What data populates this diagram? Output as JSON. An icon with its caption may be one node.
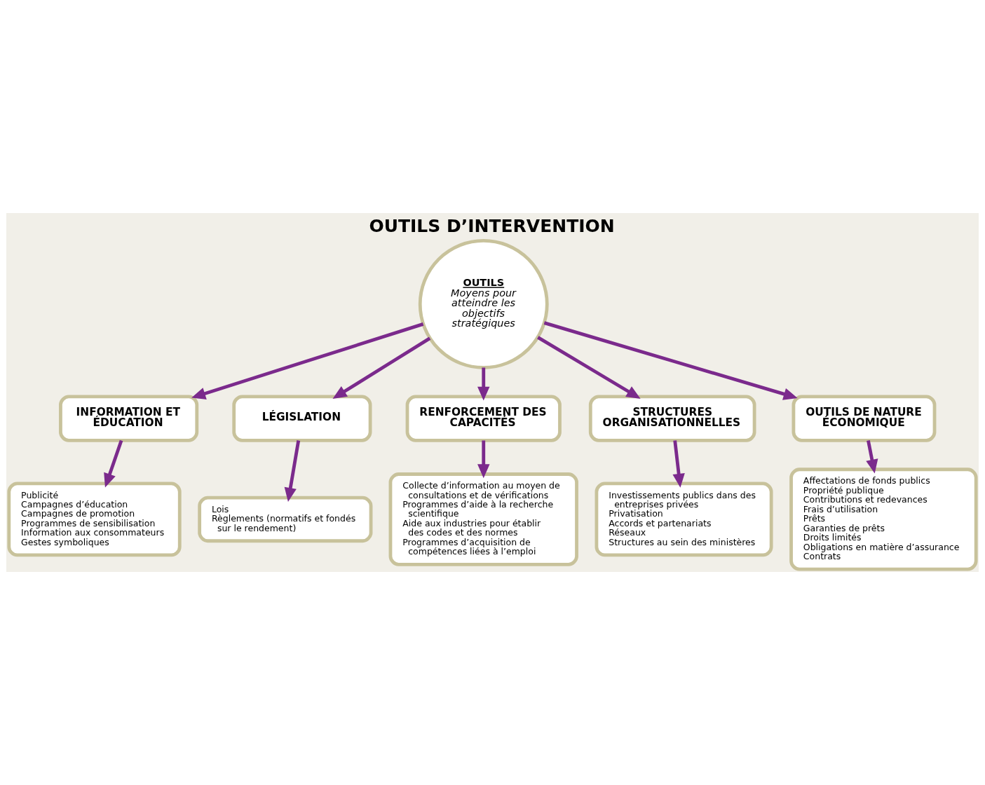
{
  "diagram": {
    "title": "OUTILS D’INTERVENTION",
    "nodes": [
      {
        "text": [
          "OUTILS",
          "Moyens pour atteindre les objectifs stratégiques"
        ]
      },
      {
        "text": [
          "INFORMATION ET ÉDUCATION"
        ]
      },
      {
        "text": [
          "Publicité",
          "Campagnes d’éducation",
          "Campagnes de promotion",
          "Programmes de sensibilisation",
          "Information aux consommateurs",
          "Gestes symboliques"
        ]
      },
      {
        "text": [
          "LÉGISLATION"
        ]
      },
      {
        "text": [
          "Lois",
          "Règlements (normatifs et fondés sur le rendement)"
        ]
      },
      {
        "text": [
          "RENFORCEMENT DES CAPACITÉS"
        ]
      },
      {
        "text": [
          "Collecte d’information au moyen de consultations et de vérifications",
          "Programmes d’aide à la recherche scientifique",
          "Aide aux industries pour établir des codes et des normes",
          "Programmes d’acquisition de compétences liées à l’emploi"
        ]
      },
      {
        "text": [
          "STRUCTURES ORGANISATIONNELLES"
        ]
      },
      {
        "text": [
          "Investissements publics dans des entreprises privées",
          "Privatisation",
          "Accords et partenariats",
          "Réseaux",
          "Structures au sein des ministères"
        ]
      },
      {
        "text": [
          "OUTILS DE NATURE ÉCONOMIQUE"
        ]
      },
      {
        "text": [
          "Affectations de fonds publics",
          "Propriété publique",
          "Contributions et redevances",
          "Frais d’utilisation",
          "Prêts",
          "Garanties de prêts",
          "Droits limités",
          "Obligations en matière d’assurance",
          "Contrats"
        ]
      }
    ],
    "edges": [
      {
        "from": 0,
        "to": 1,
        "arrow": "to"
      },
      {
        "from": 0,
        "to": 3,
        "arrow": "to"
      },
      {
        "from": 0,
        "to": 5,
        "arrow": "to"
      },
      {
        "from": 0,
        "to": 7,
        "arrow": "to"
      },
      {
        "from": 0,
        "to": 9,
        "arrow": "to"
      },
      {
        "from": 1,
        "to": 2,
        "arrow": "to"
      },
      {
        "from": 3,
        "to": 4,
        "arrow": "to"
      },
      {
        "from": 5,
        "to": 6,
        "arrow": "to"
      },
      {
        "from": 7,
        "to": 8,
        "arrow": "to"
      },
      {
        "from": 9,
        "to": 10,
        "arrow": "to"
      }
    ]
  }
}
